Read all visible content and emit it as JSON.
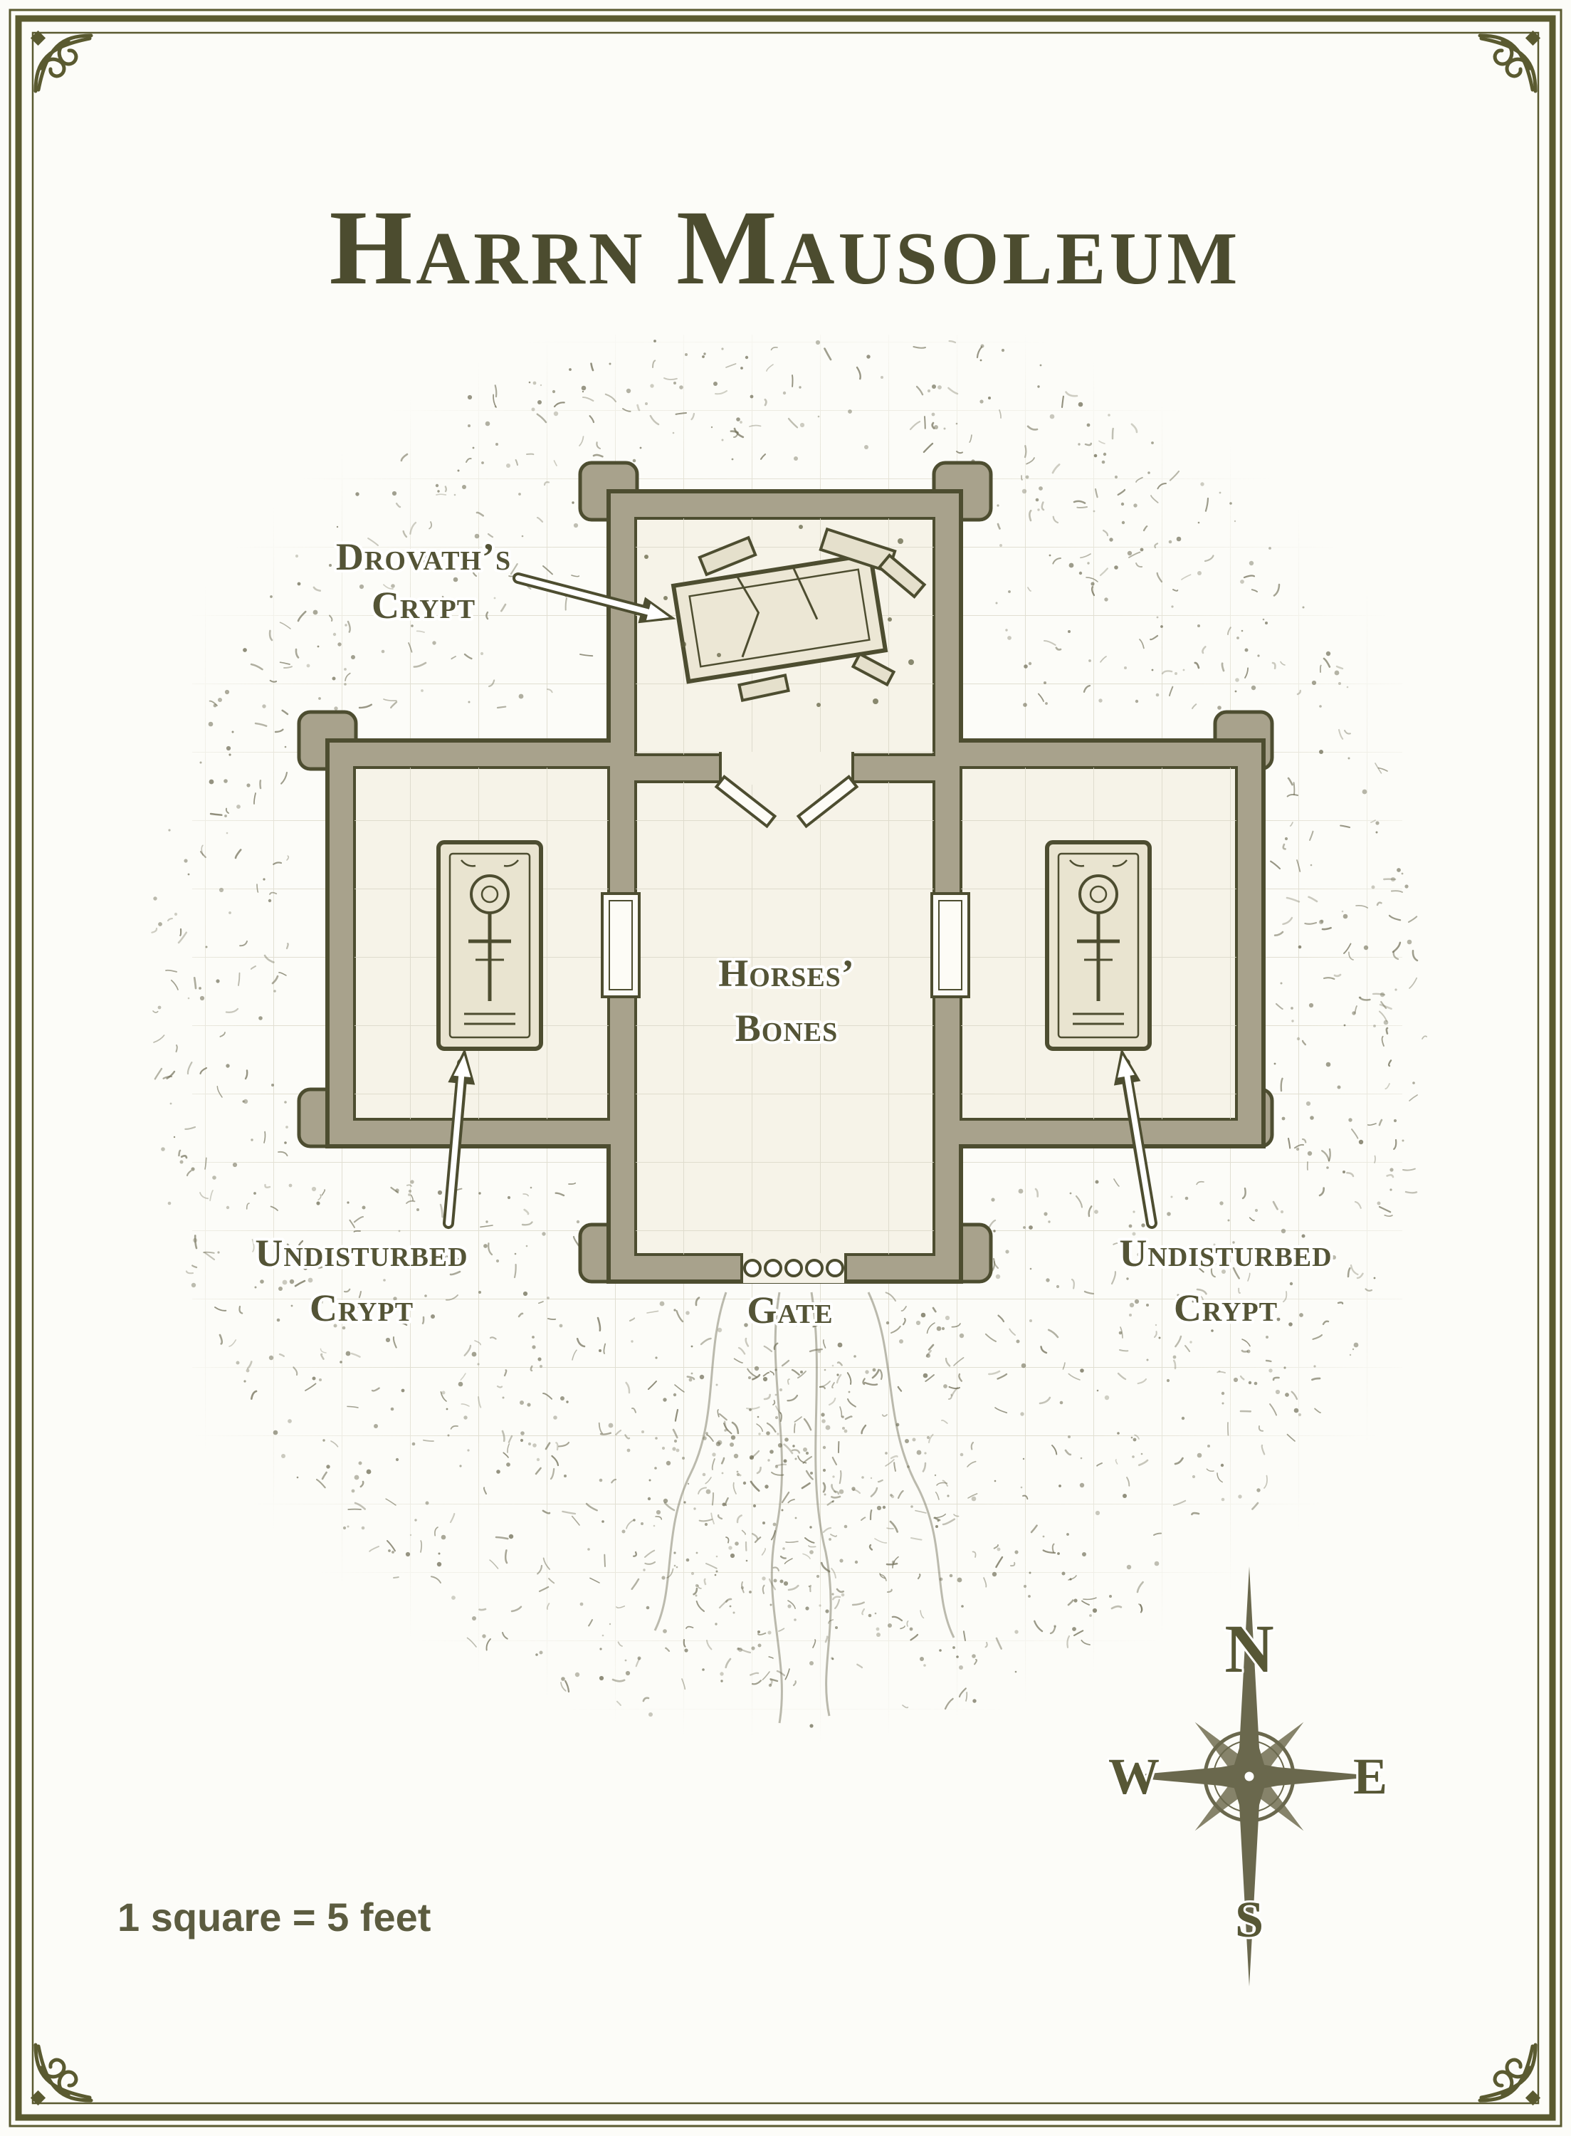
{
  "page": {
    "title": "Harrn Mausoleum",
    "scale_note": "1 square = 5 feet"
  },
  "map": {
    "labels": {
      "drovaths_crypt": {
        "line1": "Drovath’s",
        "line2": "Crypt"
      },
      "horses_bones": {
        "line1": "Horses’",
        "line2": "Bones"
      },
      "undisturbed_crypt_left": {
        "line1": "Undisturbed",
        "line2": "Crypt"
      },
      "undisturbed_crypt_right": {
        "line1": "Undisturbed",
        "line2": "Crypt"
      },
      "gate": "Gate"
    },
    "compass": {
      "north": "N",
      "east": "E",
      "south": "S",
      "west": "W"
    },
    "colors": {
      "ink": "#575735",
      "wall_fill": "#a8a28c",
      "wall_outline": "#4d4d30",
      "floor": "#f6f3e8",
      "paper": "#fcfcf8",
      "grid_line": "#d9d6c6",
      "texture": "#6c6a52",
      "border": "#5a5a30"
    }
  }
}
